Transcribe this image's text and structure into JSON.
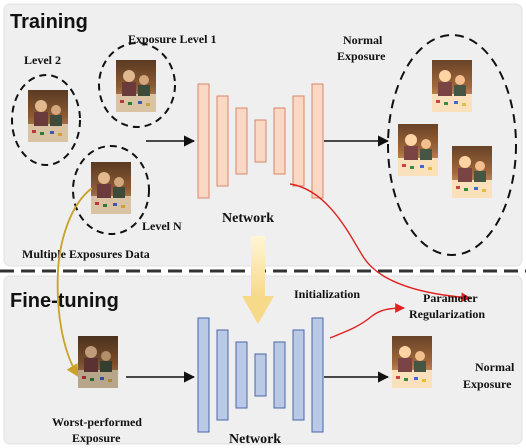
{
  "sections": {
    "training": {
      "heading": "Training"
    },
    "finetuning": {
      "heading": "Fine-tuning"
    }
  },
  "labels": {
    "exposure_level_1": "Exposure Level 1",
    "level_2": "Level 2",
    "level_n": "Level N",
    "multiple_exposures_data": "Multiple Exposures Data",
    "normal_exposure_top_1": "Normal",
    "normal_exposure_top_2": "Exposure",
    "network_top": "Network",
    "initialization": "Initialization",
    "parameter_reg_1": "Parameter",
    "parameter_reg_2": "Regularization",
    "network_bottom": "Network",
    "worst_performed_1": "Worst-performed",
    "worst_performed_2": "Exposure",
    "normal_exposure_bottom_1": "Normal",
    "normal_exposure_bottom_2": "Exposure"
  },
  "colors": {
    "panel_fill": "#efefef",
    "encoder_orange": "#fbd8c4",
    "encoder_orange_edge": "#d9866a",
    "encoder_blue": "#b9c9e6",
    "encoder_blue_edge": "#4a66a8",
    "init_arrow": "#fbe7a6",
    "red_arrow": "#e0211f",
    "gold_arrow": "#c9a227"
  }
}
